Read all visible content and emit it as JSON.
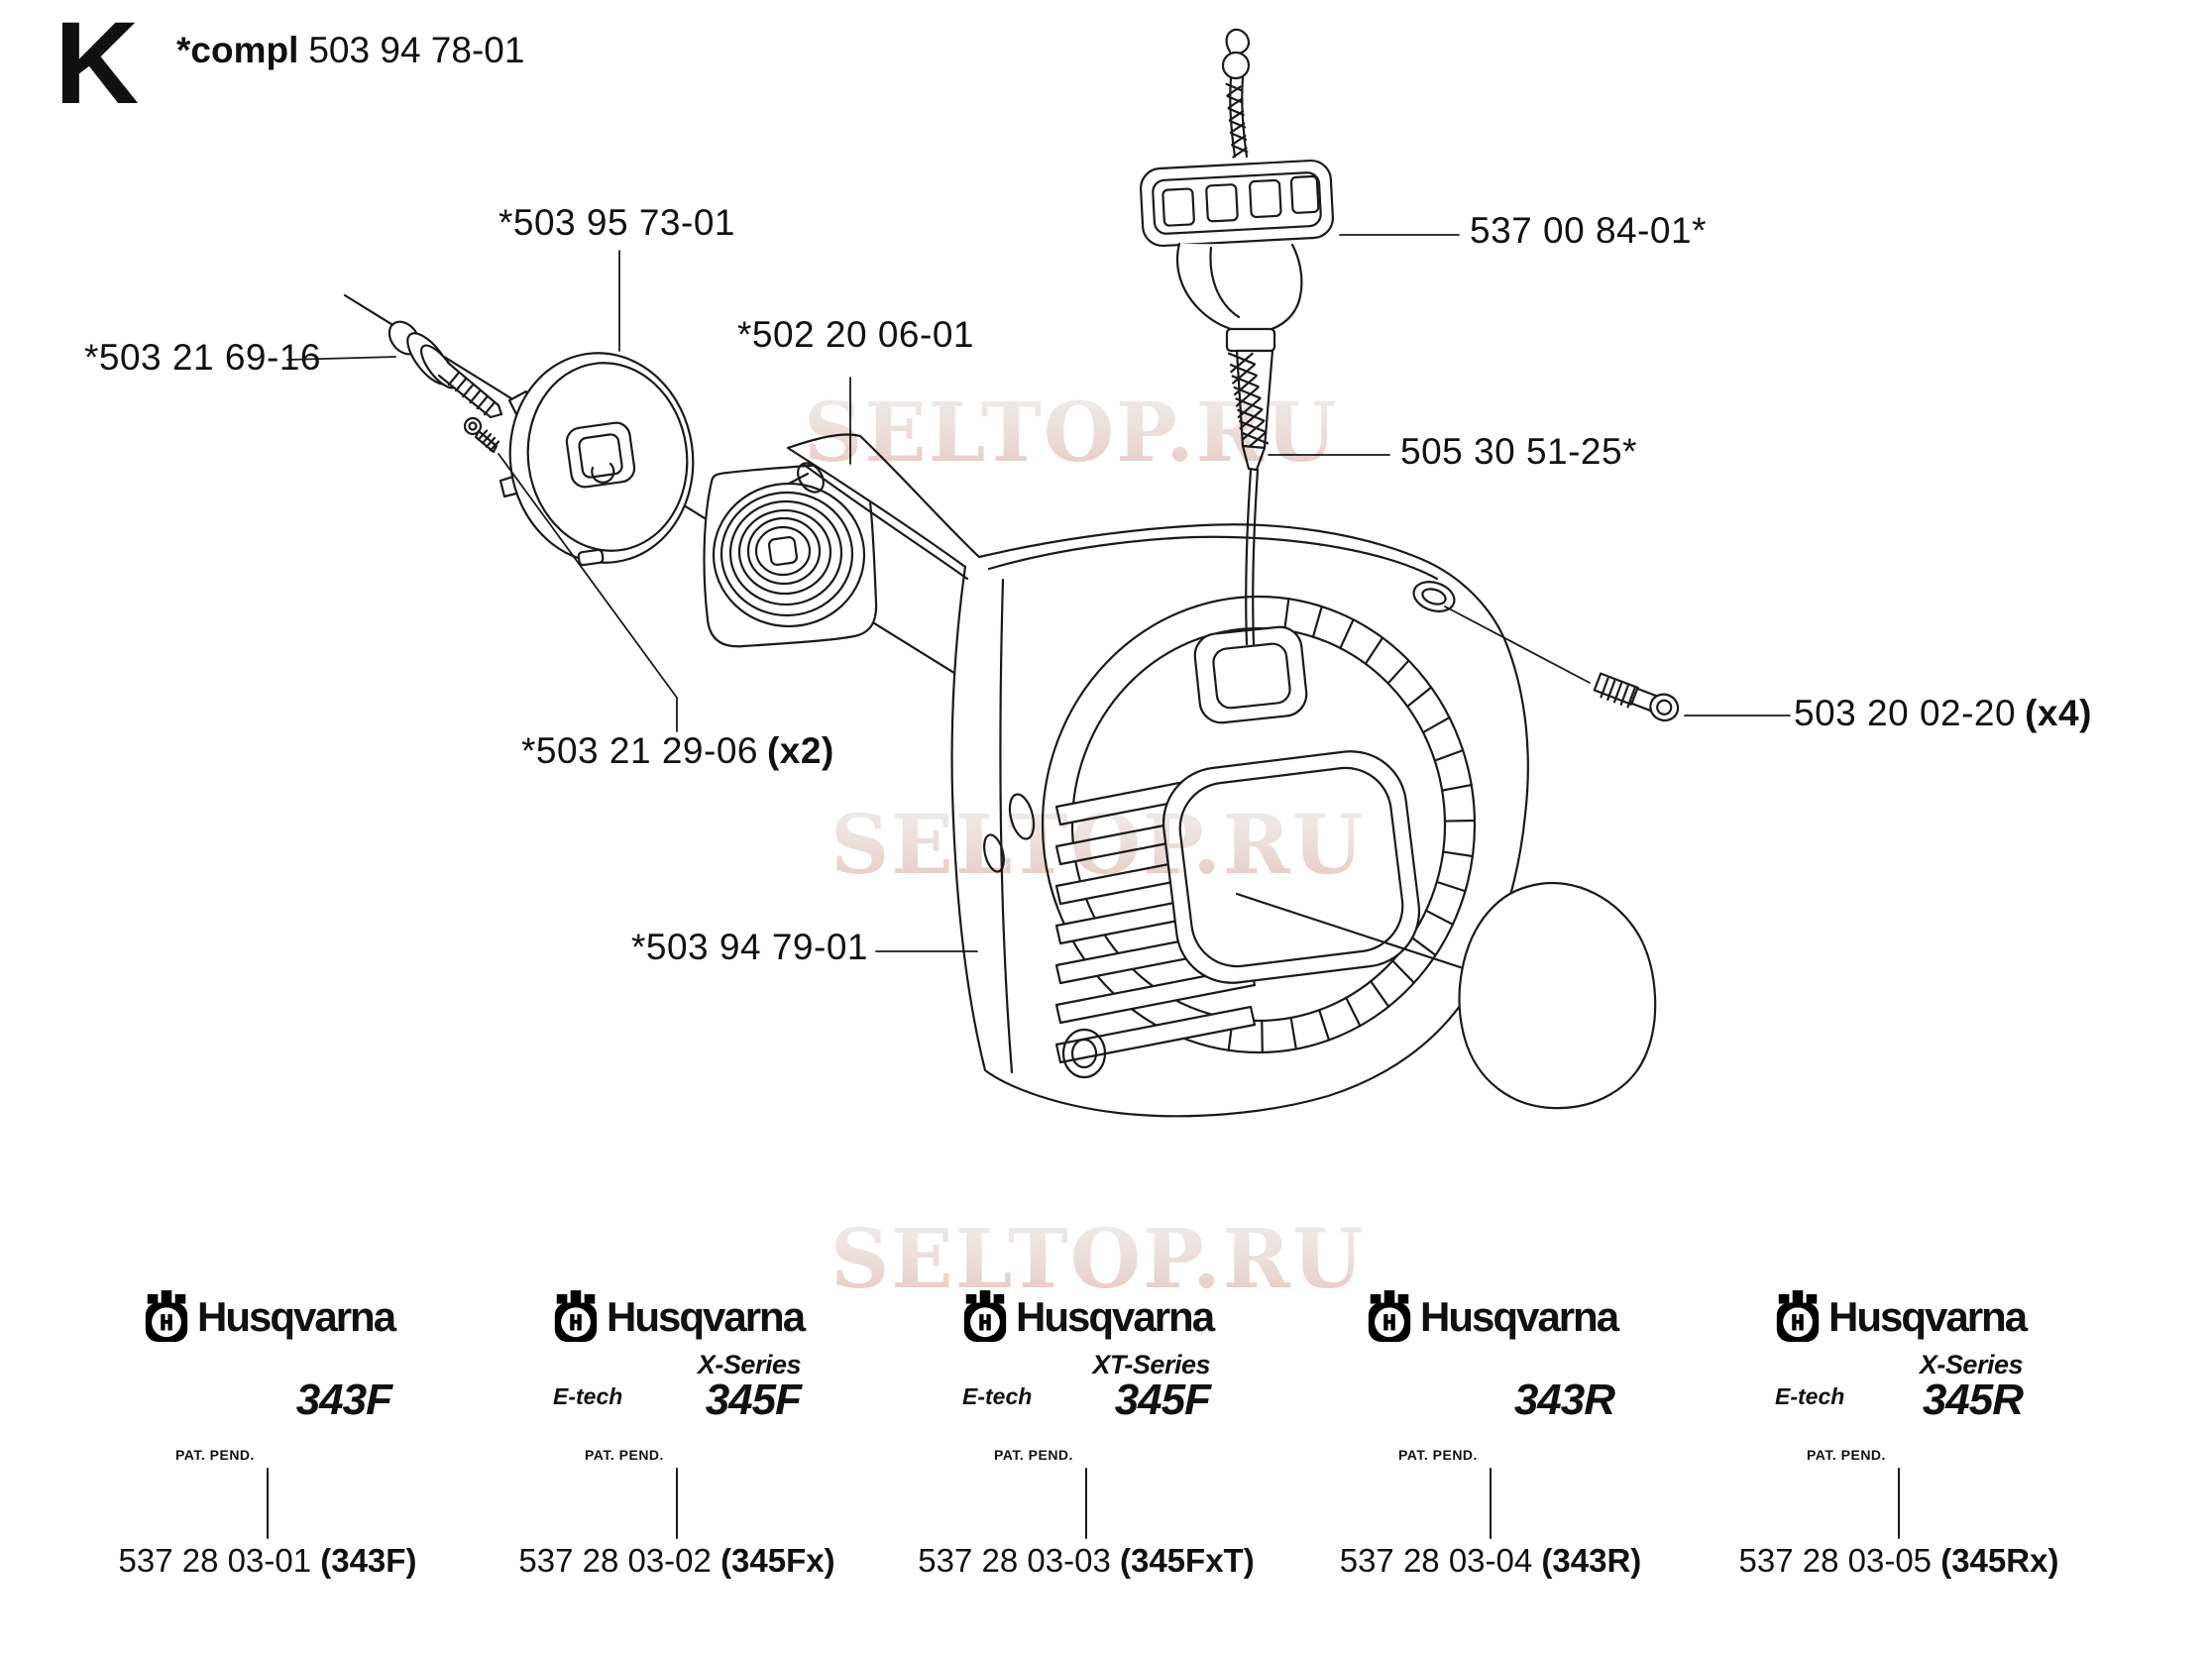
{
  "header": {
    "section_letter": "K",
    "compl_label": "*compl",
    "compl_value": "503 94 78-01"
  },
  "watermark": {
    "text": "SELTOP.RU"
  },
  "part_labels": [
    {
      "name": "screw-washer",
      "text": "*503 21 69-16",
      "qty": ""
    },
    {
      "name": "starter-pulley",
      "text": "*503 95 73-01",
      "qty": ""
    },
    {
      "name": "recoil-spring",
      "text": "*502 20 06-01",
      "qty": ""
    },
    {
      "name": "starter-handle",
      "text": "537 00 84-01*",
      "qty": ""
    },
    {
      "name": "starter-rope",
      "text": "505 30 51-25*",
      "qty": ""
    },
    {
      "name": "pulley-screw",
      "text": "*503 21 29-06",
      "qty": "(x2)"
    },
    {
      "name": "housing-screw",
      "text": "503 20 02-20",
      "qty": "(x4)"
    },
    {
      "name": "starter-housing",
      "text": "*503 94 79-01",
      "qty": ""
    }
  ],
  "models": [
    {
      "brand": "Husqvarna",
      "series": "",
      "etech": "",
      "model": "343F",
      "pat": "PAT. PEND.",
      "part": "537 28 03-01",
      "variant": "(343F)"
    },
    {
      "brand": "Husqvarna",
      "series": "X-Series",
      "etech": "E-tech",
      "model": "345F",
      "pat": "PAT. PEND.",
      "part": "537 28 03-02",
      "variant": "(345Fx)"
    },
    {
      "brand": "Husqvarna",
      "series": "XT-Series",
      "etech": "E-tech",
      "model": "345F",
      "pat": "PAT. PEND.",
      "part": "537 28 03-03",
      "variant": "(345FxT)"
    },
    {
      "brand": "Husqvarna",
      "series": "",
      "etech": "",
      "model": "343R",
      "pat": "PAT. PEND.",
      "part": "537 28 03-04",
      "variant": "(343R)"
    },
    {
      "brand": "Husqvarna",
      "series": "X-Series",
      "etech": "E-tech",
      "model": "345R",
      "pat": "PAT. PEND.",
      "part": "537 28 03-05",
      "variant": "(345Rx)"
    }
  ]
}
